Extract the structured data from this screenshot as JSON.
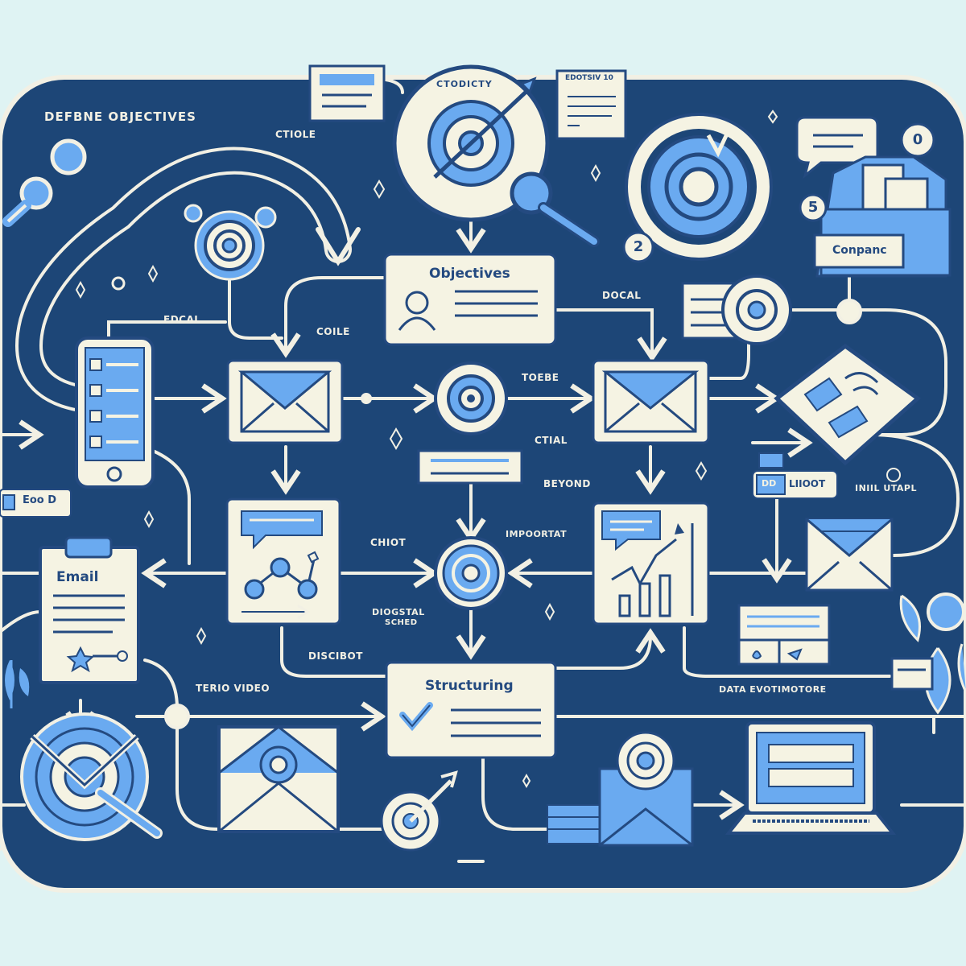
{
  "title": "DEFBNE OBJECTIVES",
  "top_badge": "CTODICTY",
  "doc_header": "EDOTSIV 10",
  "cards": {
    "objectives": "Objectives",
    "email": "Email",
    "structuring": "Structuring",
    "compare": "Conpanc",
    "bloot": "LIIOOT",
    "bloot_tag": "DD",
    "side_chip": "Eoo D"
  },
  "numbers": {
    "n0": "0",
    "n2": "2",
    "n5": "5"
  },
  "labels": {
    "ctiole": "CTIOLE",
    "edcal": "EDCAL",
    "coile": "COILE",
    "docal": "DOCAL",
    "toebe": "TOEBE",
    "ctial": "CTIAL",
    "beyond": "BEYOND",
    "inil": "INIIL UTAPL",
    "chiot": "CHIOT",
    "important": "IMPOORTAT",
    "diagnostic": "DIOGSTAL",
    "sched": "SCHED",
    "discibot": "DISCIBOT",
    "video": "TERIO VIDEO",
    "data": "DATA EVOTIMOTORE"
  },
  "colors": {
    "board": "#1d4677",
    "line": "#f2f0e4",
    "card": "#f5f3e3",
    "accent": "#6aaaf0",
    "ink": "#244a80",
    "background": "#dff3f3"
  },
  "icons": [
    "envelope-icon",
    "target-icon",
    "magnifier-icon",
    "phone-icon",
    "chart-icon",
    "laptop-icon",
    "folder-icon",
    "chat-icon",
    "leaf-icon",
    "checkmark-icon",
    "clipboard-icon",
    "arrow-target-icon"
  ]
}
